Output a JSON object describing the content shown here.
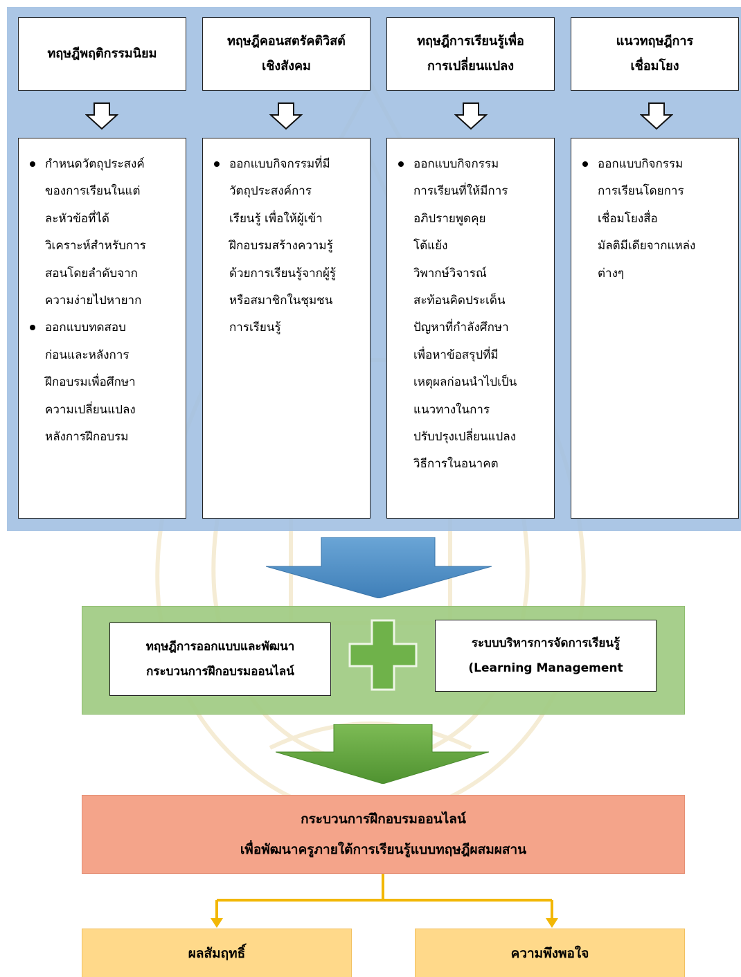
{
  "theories": [
    {
      "title": "ทฤษฎีพฤติกรรมนิยม",
      "bullets": [
        "กำหนดวัตถุประสงค์\nของการเรียนในแต่\nละหัวข้อที่ได้\nวิเคราะห์สำหรับการ\nสอนโดยลำดับจาก\nความง่ายไปหายาก",
        "ออกแบบทดสอบ\nก่อนและหลังการ\nฝึกอบรมเพื่อศึกษา\nความเปลี่ยนแปลง\nหลังการฝึกอบรม"
      ]
    },
    {
      "title": "ทฤษฎีคอนสตรัคติวิสต์\nเชิงสังคม",
      "bullets": [
        "ออกแบบกิจกรรมที่มี\nวัตถุประสงค์การ\nเรียนรู้ เพื่อให้ผู้เข้า\nฝึกอบรมสร้างความรู้\nด้วยการเรียนรู้จากผู้รู้\nหรือสมาชิกในชุมชน\nการเรียนรู้"
      ]
    },
    {
      "title": "ทฤษฎีการเรียนรู้เพื่อ\nการเปลี่ยนแปลง",
      "bullets": [
        "ออกแบบกิจกรรม\nการเรียนที่ให้มีการ\nอภิปรายพูดคุย\nโต้แย้ง\nวิพากษ์วิจารณ์\nสะท้อนคิดประเด็น\nปัญหาที่กำลังศึกษา\nเพื่อหาข้อสรุปที่มี\nเหตุผลก่อนนำไปเป็น\nแนวทางในการ\nปรับปรุงเปลี่ยนแปลง\nวิธีการในอนาคต"
      ]
    },
    {
      "title": "แนวทฤษฎีการ\nเชื่อมโยง",
      "bullets": [
        "ออกแบบกิจกรรม\nการเรียนโดยการ\nเชื่อมโยงสื่อ\nมัลติมีเดียจากแหล่ง\nต่างๆ"
      ]
    }
  ],
  "middle": {
    "left": "ทฤษฎีการออกแบบและพัฒนา\nกระบวนการฝึกอบรมออนไลน์",
    "right": "ระบบบริหารการจัดการเรียนรู้\n(Learning Management"
  },
  "result": "กระบวนการฝึกอบรมออนไลน์\nเพื่อพัฒนาครูภายใต้การเรียนรู้แบบทฤษฎีผสมผสาน",
  "outcomes": [
    "ผลสัมฤทธิ์",
    "ความพึงพอใจ"
  ],
  "colors": {
    "top_panel": "#9fbee1",
    "big_arrow_blue": "#4a8bc2",
    "green_panel": "#a0cb82",
    "plus_green": "#6fb24a",
    "big_arrow_green": "#5c9e3a",
    "result_fill": "#f4a48a",
    "connector": "#f2b705",
    "outcome_fill": "#ffd98a"
  }
}
